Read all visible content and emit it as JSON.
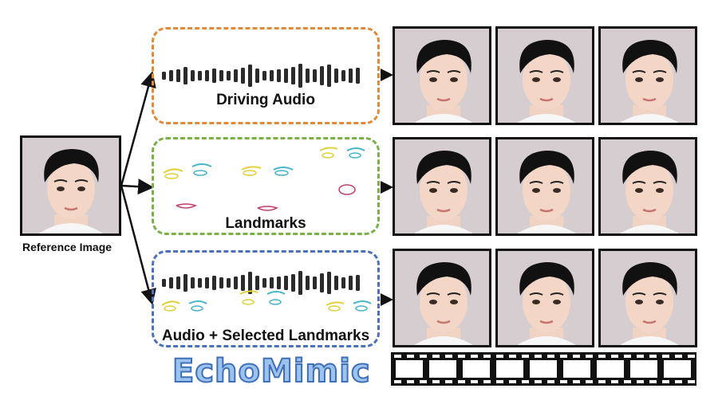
{
  "reference": {
    "label": "Reference Image"
  },
  "modes": [
    {
      "label": "Driving Audio",
      "color": "#e08a3c"
    },
    {
      "label": "Landmarks",
      "color": "#7ab04a"
    },
    {
      "label": "Audio + Selected Landmarks",
      "color": "#4a72b8"
    }
  ],
  "logo": {
    "text": "EchoMimic"
  },
  "colors": {
    "arrow": "#111111",
    "waveform": "#2b2b2b",
    "hair": "#111111",
    "skin": "#f3d6c6"
  }
}
